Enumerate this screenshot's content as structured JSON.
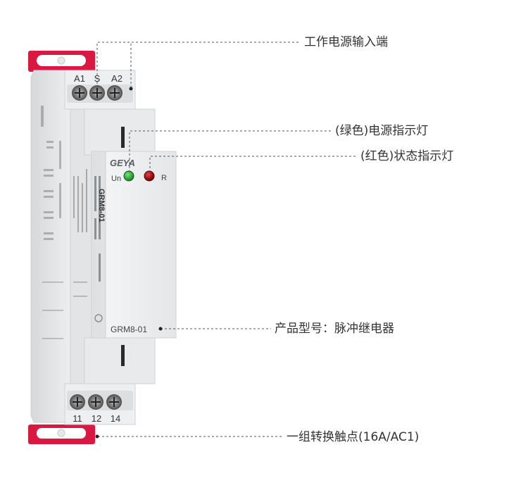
{
  "device": {
    "brand": "GEYA",
    "model": "GRM8-01",
    "side_model": "GRM8-01",
    "top_terminals": [
      "A1",
      "S",
      "A2"
    ],
    "bottom_terminals": [
      "11",
      "12",
      "14"
    ],
    "led_green_label": "Un",
    "led_red_label": "R",
    "colors": {
      "housing": "#ecedee",
      "housing_shade": "#d9dbdd",
      "din_clip": "#d81a43",
      "led_green": "#2faa3a",
      "led_red": "#a00f14",
      "callout_text": "#333333",
      "leader_line": "#555555"
    }
  },
  "callouts": {
    "power_input": "工作电源输入端",
    "power_led": "(绿色)电源指示灯",
    "status_led": "(红色)状态指示灯",
    "model": "产品型号：脉冲继电器",
    "contacts": "一组转换触点(16A/AC1)"
  }
}
